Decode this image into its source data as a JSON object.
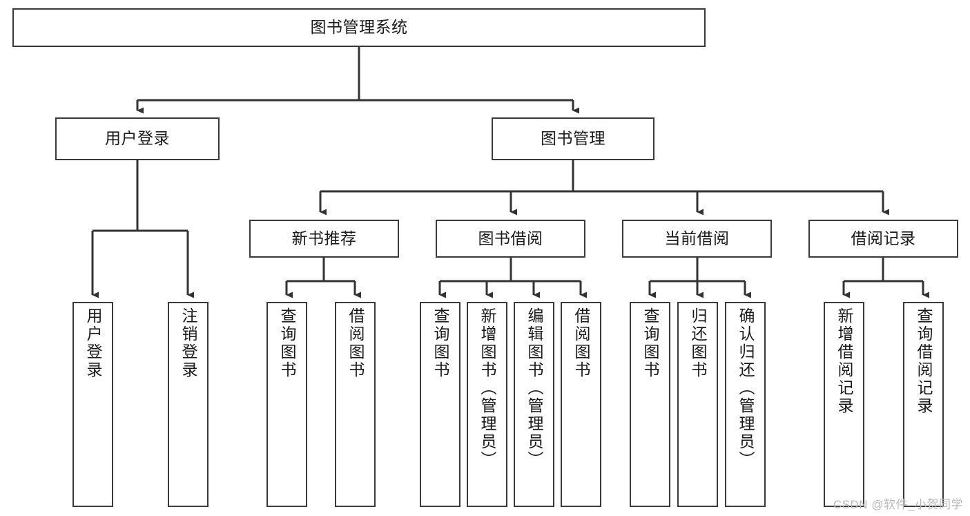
{
  "diagram": {
    "title": "图书管理系统",
    "type": "hierarchy-tree",
    "watermark": "CSDN @软件_小贺同学",
    "style": {
      "box_border_color": "#3a3a3a",
      "box_fill_color": "#ffffff",
      "edge_color": "#333333",
      "text_color": "#1a1a1a",
      "background": "#ffffff"
    },
    "levels": {
      "root": "图书管理系统",
      "level2": [
        "用户登录",
        "图书管理"
      ],
      "level3": [
        "新书推荐",
        "图书借阅",
        "当前借阅",
        "借阅记录"
      ]
    },
    "nodes": {
      "root": {
        "label": "图书管理系统"
      },
      "user_login": {
        "label": "用户登录"
      },
      "book_manage": {
        "label": "图书管理"
      },
      "new_book_rec": {
        "label": "新书推荐"
      },
      "book_borrow": {
        "label": "图书借阅"
      },
      "current_borrow": {
        "label": "当前借阅"
      },
      "borrow_record": {
        "label": "借阅记录"
      }
    },
    "leaves": {
      "user_login": [
        {
          "label": "用户登录"
        },
        {
          "label": "注销登录"
        }
      ],
      "new_book_rec": [
        {
          "label": "查询图书"
        },
        {
          "label": "借阅图书"
        }
      ],
      "book_borrow": [
        {
          "label": "查询图书"
        },
        {
          "label": "新增图书（管理员）"
        },
        {
          "label": "编辑图书（管理员）"
        },
        {
          "label": "借阅图书"
        }
      ],
      "current_borrow": [
        {
          "label": "查询图书"
        },
        {
          "label": "归还图书"
        },
        {
          "label": "确认归还（管理员）"
        }
      ],
      "borrow_record": [
        {
          "label": "新增借阅记录"
        },
        {
          "label": "查询借阅记录"
        }
      ]
    }
  }
}
